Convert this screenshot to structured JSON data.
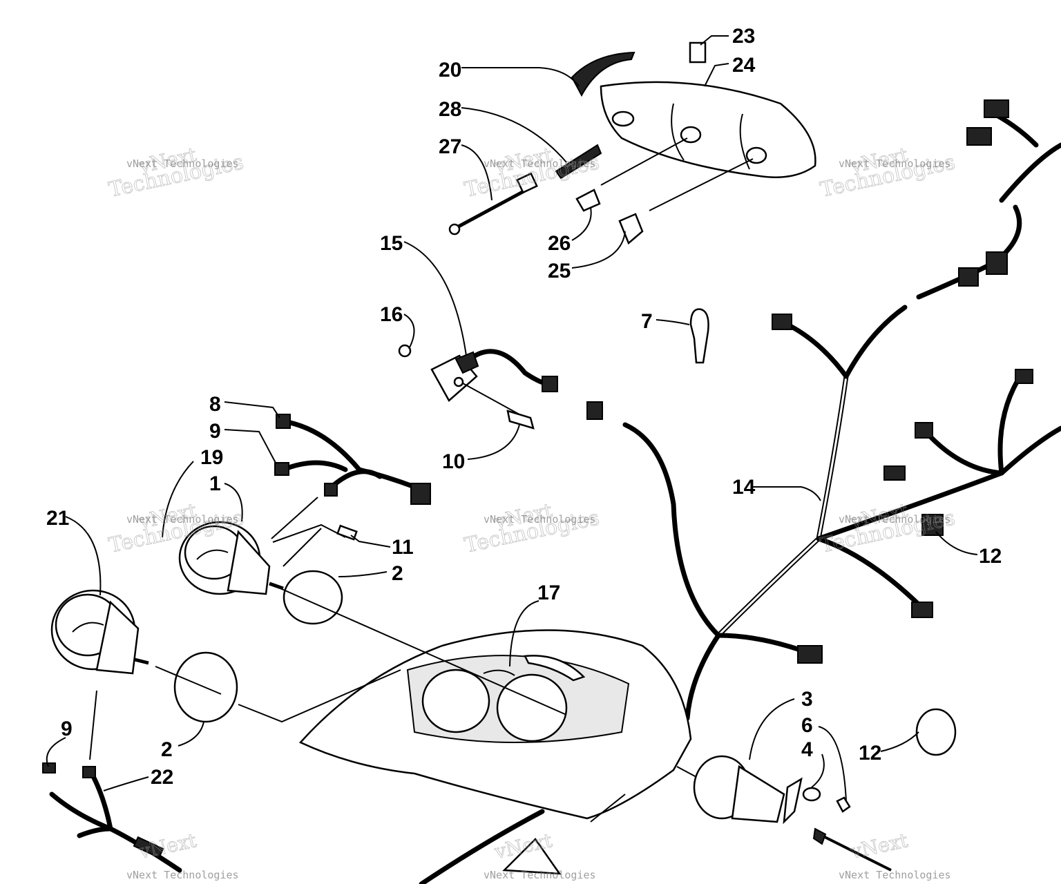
{
  "watermark": {
    "line1": "vNext",
    "line2": "Technologies",
    "small": "vNext Technologies"
  },
  "callouts": {
    "c1": "1",
    "c2a": "2",
    "c2b": "2",
    "c3": "3",
    "c4": "4",
    "c6": "6",
    "c7": "7",
    "c8": "8",
    "c9a": "9",
    "c9b": "9",
    "c10": "10",
    "c11": "11",
    "c12a": "12",
    "c12b": "12",
    "c14": "14",
    "c15": "15",
    "c16": "16",
    "c17": "17",
    "c19": "19",
    "c20": "20",
    "c21": "21",
    "c22": "22",
    "c23": "23",
    "c24": "24",
    "c25": "25",
    "c26": "26",
    "c27": "27",
    "c28": "28"
  }
}
